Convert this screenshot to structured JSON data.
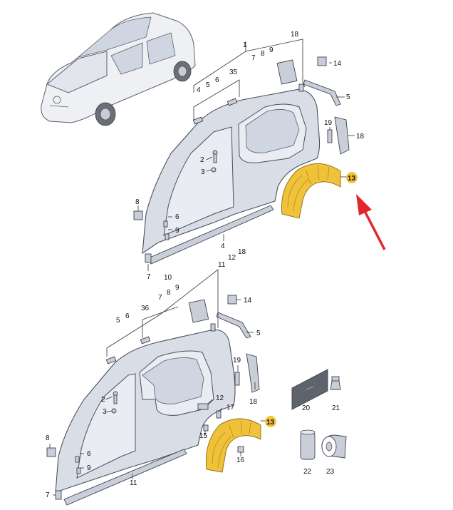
{
  "accent_color": "#f2c43c",
  "arrow_color": "#e3262b",
  "liner_color": "#f0c23a",
  "upper": {
    "callouts": [
      {
        "key": "c1",
        "label": "1"
      },
      {
        "key": "c18",
        "label": "18"
      },
      {
        "key": "c7",
        "label": "7"
      },
      {
        "key": "c8",
        "label": "8"
      },
      {
        "key": "c9",
        "label": "9"
      },
      {
        "key": "c35",
        "label": "35"
      },
      {
        "key": "c4a",
        "label": "4"
      },
      {
        "key": "c5a",
        "label": "5"
      },
      {
        "key": "c6a",
        "label": "6"
      },
      {
        "key": "c14",
        "label": "14"
      },
      {
        "key": "c5b",
        "label": "5"
      },
      {
        "key": "c19",
        "label": "19"
      },
      {
        "key": "c18b",
        "label": "18"
      },
      {
        "key": "c2",
        "label": "2"
      },
      {
        "key": "c3",
        "label": "3"
      },
      {
        "key": "c13",
        "label": "13"
      },
      {
        "key": "c8b",
        "label": "8"
      },
      {
        "key": "c6b",
        "label": "6"
      },
      {
        "key": "c9b",
        "label": "9"
      },
      {
        "key": "c4b",
        "label": "4"
      },
      {
        "key": "c7b",
        "label": "7"
      }
    ]
  },
  "lower": {
    "callouts": [
      {
        "key": "d18",
        "label": "18"
      },
      {
        "key": "d12",
        "label": "12"
      },
      {
        "key": "d11",
        "label": "11"
      },
      {
        "key": "d10",
        "label": "10"
      },
      {
        "key": "d9",
        "label": "9"
      },
      {
        "key": "d8",
        "label": "8"
      },
      {
        "key": "d7",
        "label": "7"
      },
      {
        "key": "d36",
        "label": "36"
      },
      {
        "key": "d6",
        "label": "6"
      },
      {
        "key": "d5",
        "label": "5"
      },
      {
        "key": "d14",
        "label": "14"
      },
      {
        "key": "d5b",
        "label": "5"
      },
      {
        "key": "d19",
        "label": "19"
      },
      {
        "key": "d18b",
        "label": "18"
      },
      {
        "key": "d2",
        "label": "2"
      },
      {
        "key": "d3",
        "label": "3"
      },
      {
        "key": "d12b",
        "label": "12"
      },
      {
        "key": "d17",
        "label": "17"
      },
      {
        "key": "d15",
        "label": "15"
      },
      {
        "key": "d13",
        "label": "13"
      },
      {
        "key": "d16",
        "label": "16"
      },
      {
        "key": "d8b",
        "label": "8"
      },
      {
        "key": "d6b",
        "label": "6"
      },
      {
        "key": "d9b",
        "label": "9"
      },
      {
        "key": "d11b",
        "label": "11"
      },
      {
        "key": "d7b",
        "label": "7"
      }
    ]
  },
  "accessories": {
    "callouts": [
      {
        "key": "a20",
        "label": "20"
      },
      {
        "key": "a21",
        "label": "21"
      },
      {
        "key": "a22",
        "label": "22"
      },
      {
        "key": "a23",
        "label": "23"
      }
    ]
  }
}
